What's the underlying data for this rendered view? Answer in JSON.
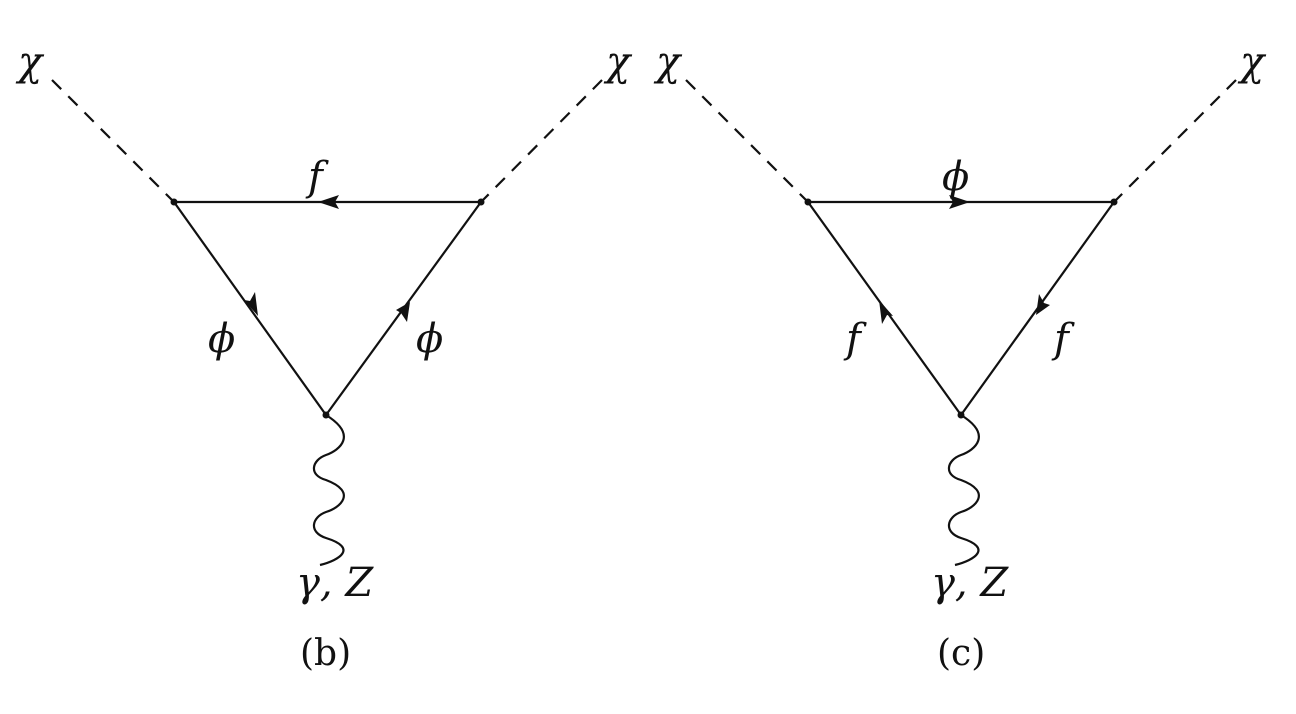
{
  "diagrams": [
    {
      "caption": "(b)",
      "top_line_label": "f",
      "left_line_label": "ϕ",
      "right_line_label": "ϕ",
      "left_external_label": "χ",
      "right_external_label": "χ",
      "boson_label": "γ, Z",
      "top_arrow": "left",
      "left_arrow": "down",
      "right_arrow": "up"
    },
    {
      "caption": "(c)",
      "top_line_label": "ϕ",
      "left_line_label": "f",
      "right_line_label": "f",
      "left_external_label": "χ",
      "right_external_label": "χ",
      "boson_label": "γ, Z",
      "top_arrow": "right",
      "left_arrow": "up",
      "right_arrow": "down"
    }
  ]
}
